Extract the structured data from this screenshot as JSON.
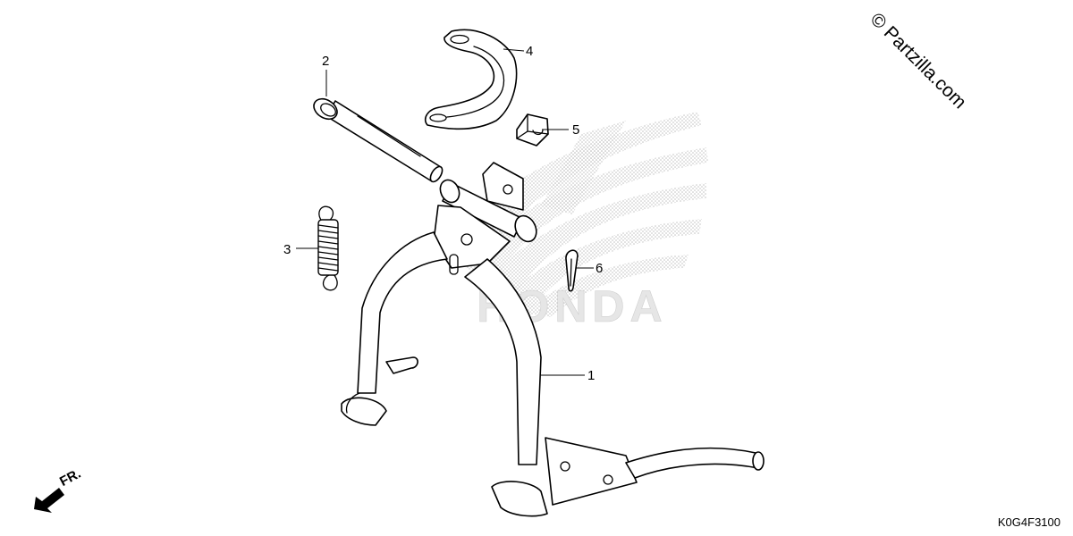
{
  "watermark": {
    "copyright": "© Partzilla.com",
    "brand": "HONDA"
  },
  "diagram_code": "K0G4F3100",
  "direction_label": "FR.",
  "callouts": [
    {
      "number": "1",
      "part": "main-stand"
    },
    {
      "number": "2",
      "part": "pivot-shaft"
    },
    {
      "number": "3",
      "part": "return-spring"
    },
    {
      "number": "4",
      "part": "stand-stopper-bracket"
    },
    {
      "number": "5",
      "part": "stopper-rubber"
    },
    {
      "number": "6",
      "part": "cotter-pin"
    }
  ],
  "icons": {
    "direction": "arrow-down-left-icon"
  }
}
